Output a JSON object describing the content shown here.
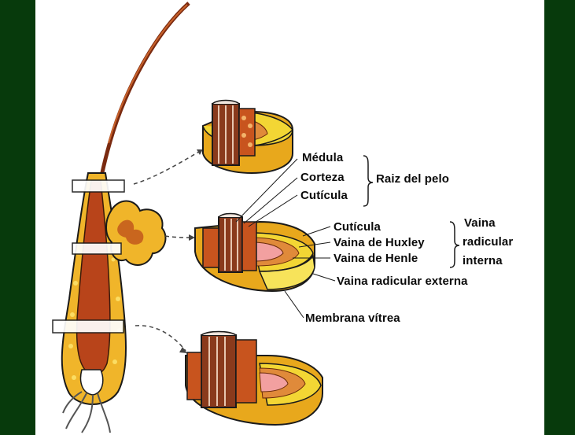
{
  "labels": {
    "medula": "Médula",
    "corteza": "Corteza",
    "cuticula_raiz": "Cutícula",
    "raiz_del_pelo": "Raiz del pelo",
    "cuticula_vaina": "Cutícula",
    "vaina_de_huxley": "Vaina de Huxley",
    "vaina_de_henle": "Vaina de Henle",
    "vaina": "Vaina",
    "radicular": "radicular",
    "interna": "interna",
    "vaina_radicular_externa": "Vaina radicular externa",
    "membrana_vitrea": "Membrana vítrea"
  },
  "colors": {
    "frame_bars": "#073a0c",
    "hair": "#8b2a10",
    "sheath": "#e8a81c",
    "cortex": "#c8541e",
    "outer_sheath": "#f3d634"
  }
}
